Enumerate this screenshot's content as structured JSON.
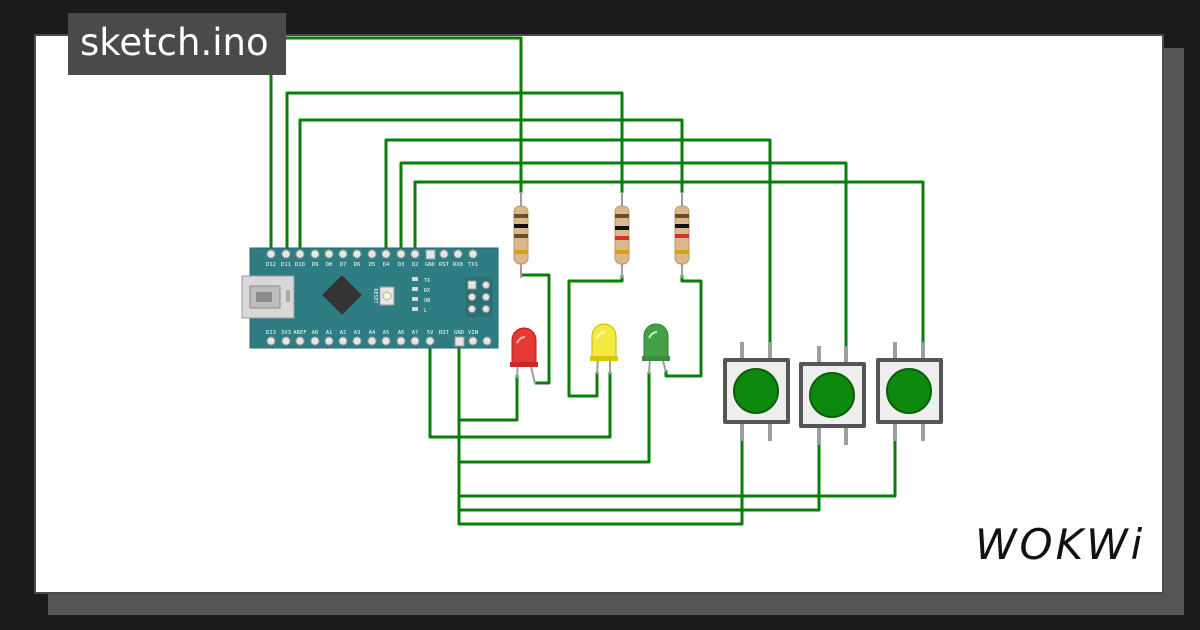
{
  "header": {
    "file_tab": "sketch.ino"
  },
  "brand": {
    "logo_text": "WOKWi"
  },
  "colors": {
    "wire": "#0a7e0a",
    "board": "#2e7d82",
    "background": "#ffffff",
    "led_red": "#e53935",
    "led_yellow": "#f4e842",
    "led_green": "#43a047",
    "button_cap": "#0d8a0d"
  },
  "board": {
    "model": "arduino-nano",
    "top_labels": [
      "D12",
      "D11",
      "D10",
      "D9",
      "D8",
      "D7",
      "D6",
      "D5",
      "D4",
      "D3",
      "D2",
      "GND",
      "RST",
      "RX0",
      "TX1"
    ],
    "bottom_labels": [
      "D13",
      "3V3",
      "AREF",
      "A0",
      "A1",
      "A2",
      "A3",
      "A4",
      "A5",
      "A6",
      "A7",
      "5V",
      "RST",
      "GND",
      "VIN"
    ],
    "reset_label": "RESET",
    "side_labels": [
      "TX",
      "RX",
      "ON",
      "L"
    ]
  },
  "components": {
    "resistors": [
      "resistor",
      "resistor",
      "resistor"
    ],
    "leds": [
      "red",
      "yellow",
      "green"
    ],
    "buttons": [
      "pushbutton",
      "pushbutton",
      "pushbutton"
    ]
  }
}
